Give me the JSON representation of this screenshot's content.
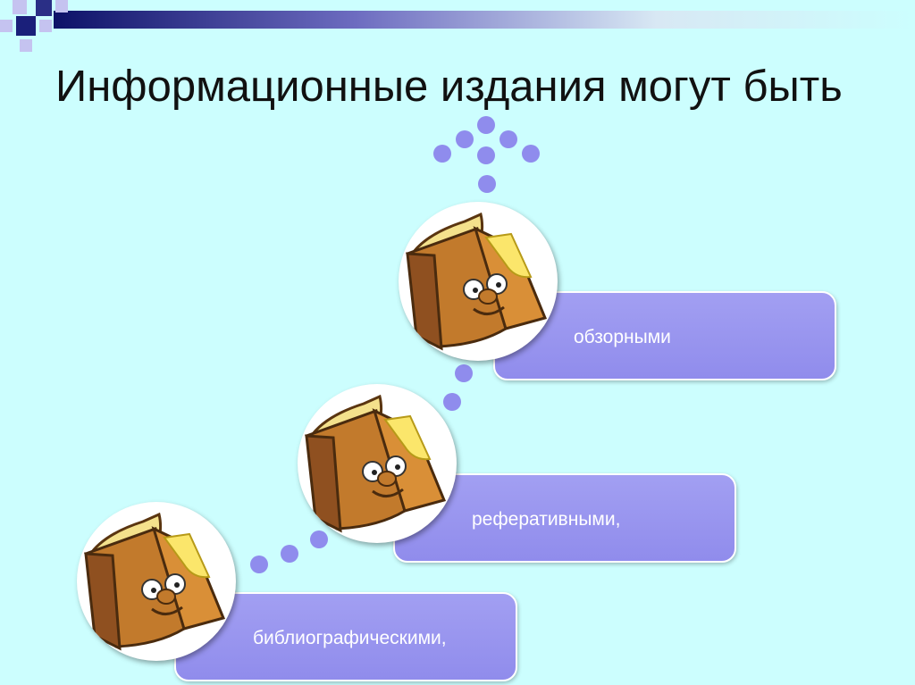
{
  "slide": {
    "title": "Информационные издания могут быть",
    "items": [
      {
        "label": "библиографическими,"
      },
      {
        "label": "реферативными,"
      },
      {
        "label": "обзорными"
      }
    ]
  },
  "colors": {
    "background": "#ccfefe",
    "pill": "#908cec",
    "dot": "#8f8ced",
    "corner_dark": "#1a1f7a",
    "corner_light": "#b3b0ee"
  },
  "icons": [
    "book-character-icon"
  ]
}
